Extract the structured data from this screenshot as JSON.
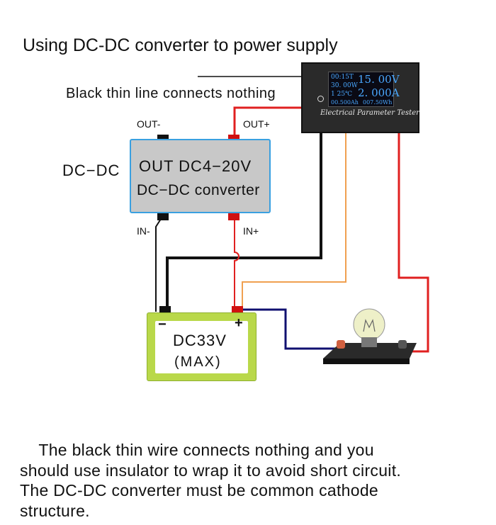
{
  "title": "Using DC-DC converter to power supply",
  "note": "Black thin line connects nothing",
  "converter": {
    "side_label": "DC−DC",
    "line1": "OUT  DC4−20V",
    "line2": "DC−DC converter",
    "pins": {
      "out_neg": "OUT-",
      "out_pos": "OUT+",
      "in_neg": "IN-",
      "in_pos": "IN+"
    }
  },
  "battery": {
    "minus": "−",
    "plus": "+",
    "line1": "DC33V",
    "line2": "(MAX)"
  },
  "meter": {
    "line1": "00:15T",
    "line2": "30. 00W",
    "line3": "1    25℃",
    "line4": "00.500Ah",
    "voltage": "15. 00V",
    "current": "2. 000A",
    "energy": "007.50Wh",
    "label": "Electrical Parameter Tester"
  },
  "body_lines": [
    "    The black thin wire connects nothing and you",
    "should use insulator to wrap it to avoid short circuit.",
    "The DC-DC converter must be common cathode",
    "structure."
  ],
  "colors": {
    "red_wire": "#e02020",
    "black_wire": "#111111",
    "orange_wire": "#f0a050",
    "navy_wire": "#101070",
    "converter_border": "#3aa0e0",
    "battery_green": "#b9d84a"
  }
}
